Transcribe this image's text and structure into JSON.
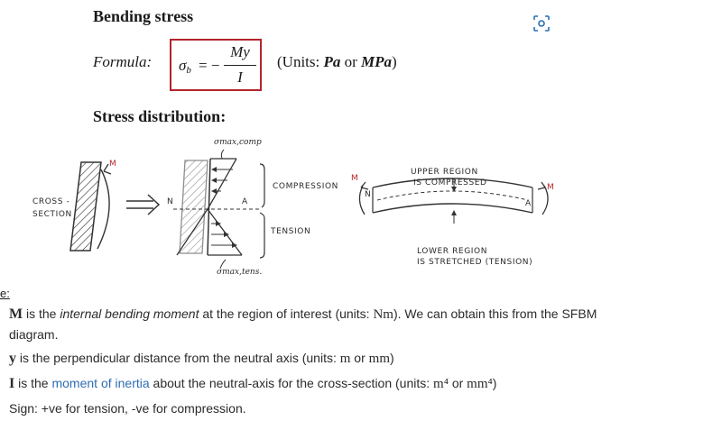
{
  "title": "Bending stress",
  "formula": {
    "label": "Formula:",
    "sigma": "σ",
    "sigma_sub": "b",
    "equals": "= −",
    "numerator": "My",
    "denominator": "I",
    "units_prefix": "(Units: ",
    "unit_a": "Pa",
    "units_or": " or ",
    "unit_b": "MPa",
    "units_suffix": ")"
  },
  "stress_heading": "Stress distribution:",
  "diagram": {
    "label_cross": "CROSS -",
    "label_section": "SECTION",
    "label_m1": "M",
    "label_n1": "N",
    "label_a1": "A",
    "label_sigma_top": "σmax,comp",
    "label_sigma_bottom": "σmax,tens.",
    "label_compression": "COMPRESSION",
    "label_tension": "TENSION",
    "label_m2": "M",
    "label_n2": "N",
    "label_upper1": "UPPER REGION",
    "label_upper2": "IS COMPRESSED",
    "label_lower1": "LOWER REGION",
    "label_lower2": "IS STRETCHED (TENSION)",
    "label_a2": "A",
    "label_m3": "M"
  },
  "where_label": "e:",
  "lines": {
    "m_sym": "M",
    "m_text1": " is the ",
    "m_italic": "internal bending moment",
    "m_text2": " at the region of interest (units: ",
    "m_unit": "Nm",
    "m_text3": "). We can obtain this from the SFBM diagram.",
    "y_sym": "y",
    "y_text1": " is the perpendicular distance from the neutral axis (units: ",
    "y_unit1": "m",
    "y_or": " or ",
    "y_unit2": "mm",
    "y_text2": ")",
    "i_sym": "I",
    "i_text1": " is the ",
    "i_link": "moment of inertia",
    "i_text2": " about the neutral-axis for the cross-section (units: ",
    "i_unit1": "m⁴",
    "i_or": " or ",
    "i_unit2": "mm⁴",
    "i_text3": ")",
    "sign": "Sign: +ve for tension, -ve for compression."
  },
  "colors": {
    "formula_border": "#b3242b",
    "link": "#2f6db5"
  },
  "icons": {
    "scan": "scan-icon"
  }
}
